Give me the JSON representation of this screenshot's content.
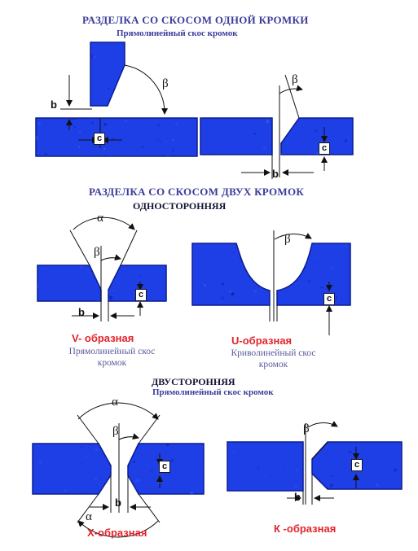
{
  "texts": {
    "title_single": "РАЗДЕЛКА СО СКОСОМ ОДНОЙ КРОМКИ",
    "sub_single": "Прямолинейный скос кромок",
    "title_double": "РАЗДЕЛКА СО СКОСОМ ДВУХ КРОМОК",
    "hdr_one_sided": "ОДНОСТОРОННЯЯ",
    "v_shaped": "V- образная",
    "v_caption_1": "Прямолинейный скос",
    "v_caption_2": "кромок",
    "u_shaped": "U-образная",
    "u_caption_1": "Криволинейный скос",
    "u_caption_2": "кромок",
    "hdr_two_sided": "ДВУСТОРОННЯЯ",
    "sub_two_sided": "Прямолинейный скос кромок",
    "x_shaped": "Х-образная",
    "k_shaped": "К -образная"
  },
  "symbols": {
    "alpha": "α",
    "beta": "β",
    "b": "b",
    "c": "c"
  },
  "colors": {
    "metal_fill": "#1e3ee6",
    "metal_dark": "#0b1d8f",
    "title_blue": "#3c3c9c",
    "caption_blue": "#5b5b9e",
    "type_red": "#e3242b",
    "line": "#111111"
  }
}
